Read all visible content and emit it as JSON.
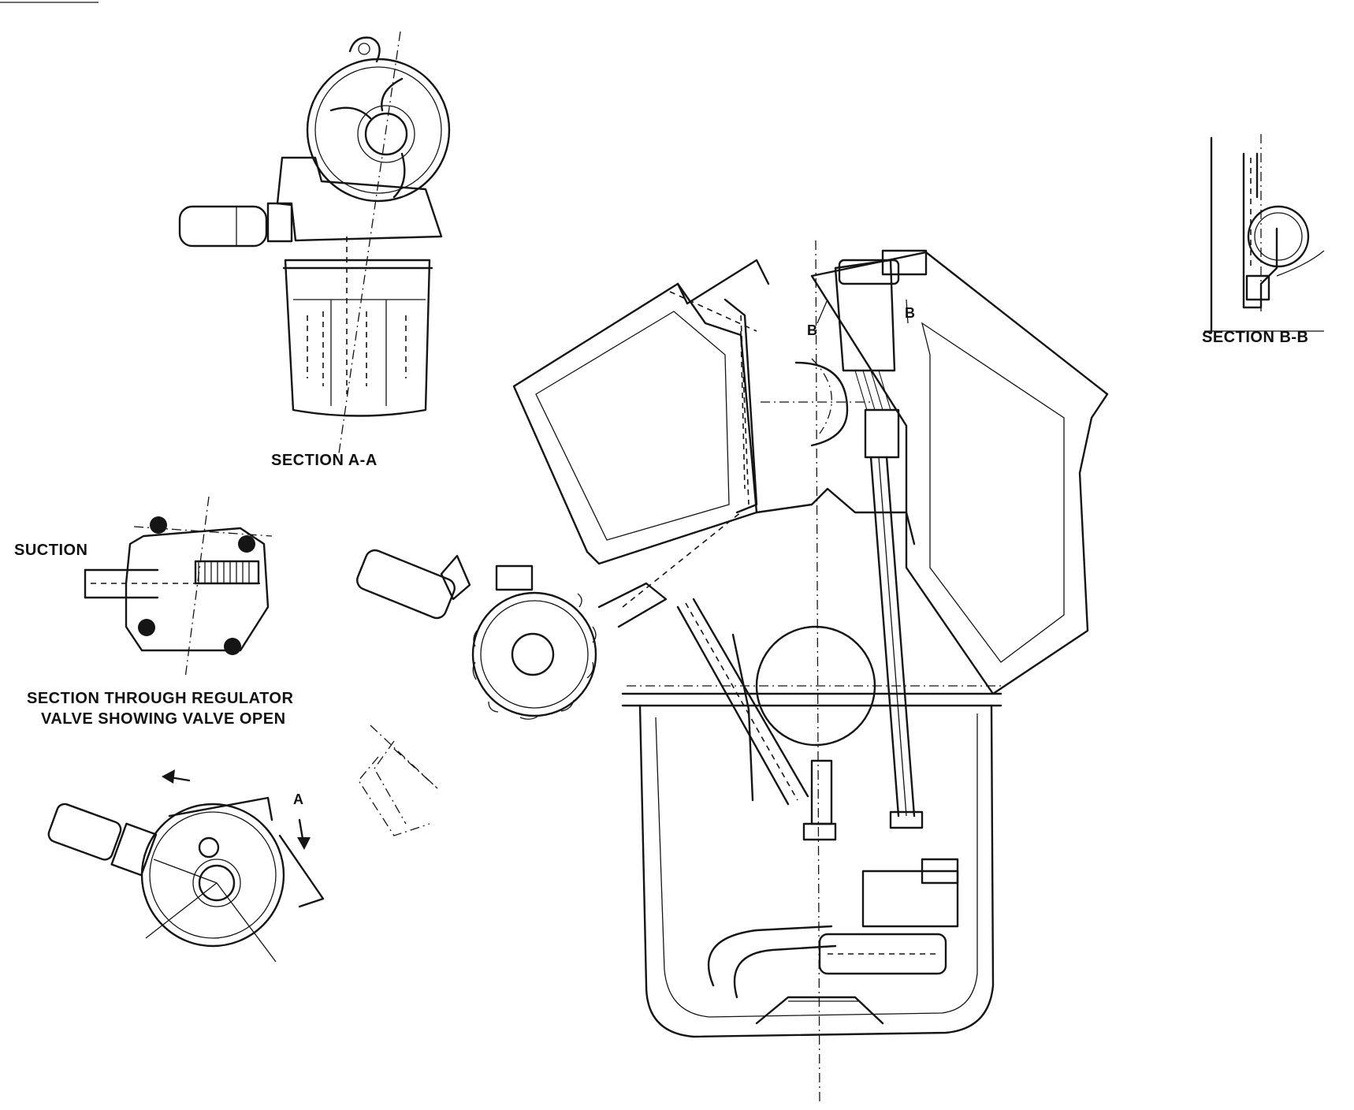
{
  "labels": {
    "section_a": "SECTION A-A",
    "section_b": "SECTION B-B",
    "suction": "SUCTION",
    "regulator_line1": "SECTION THROUGH REGULATOR",
    "regulator_line2": "VALVE SHOWING VALVE OPEN",
    "marker_a": "A",
    "marker_b_left": "B",
    "marker_b_right": "B"
  },
  "colors": {
    "ink": "#151515",
    "paper": "#ffffff"
  }
}
